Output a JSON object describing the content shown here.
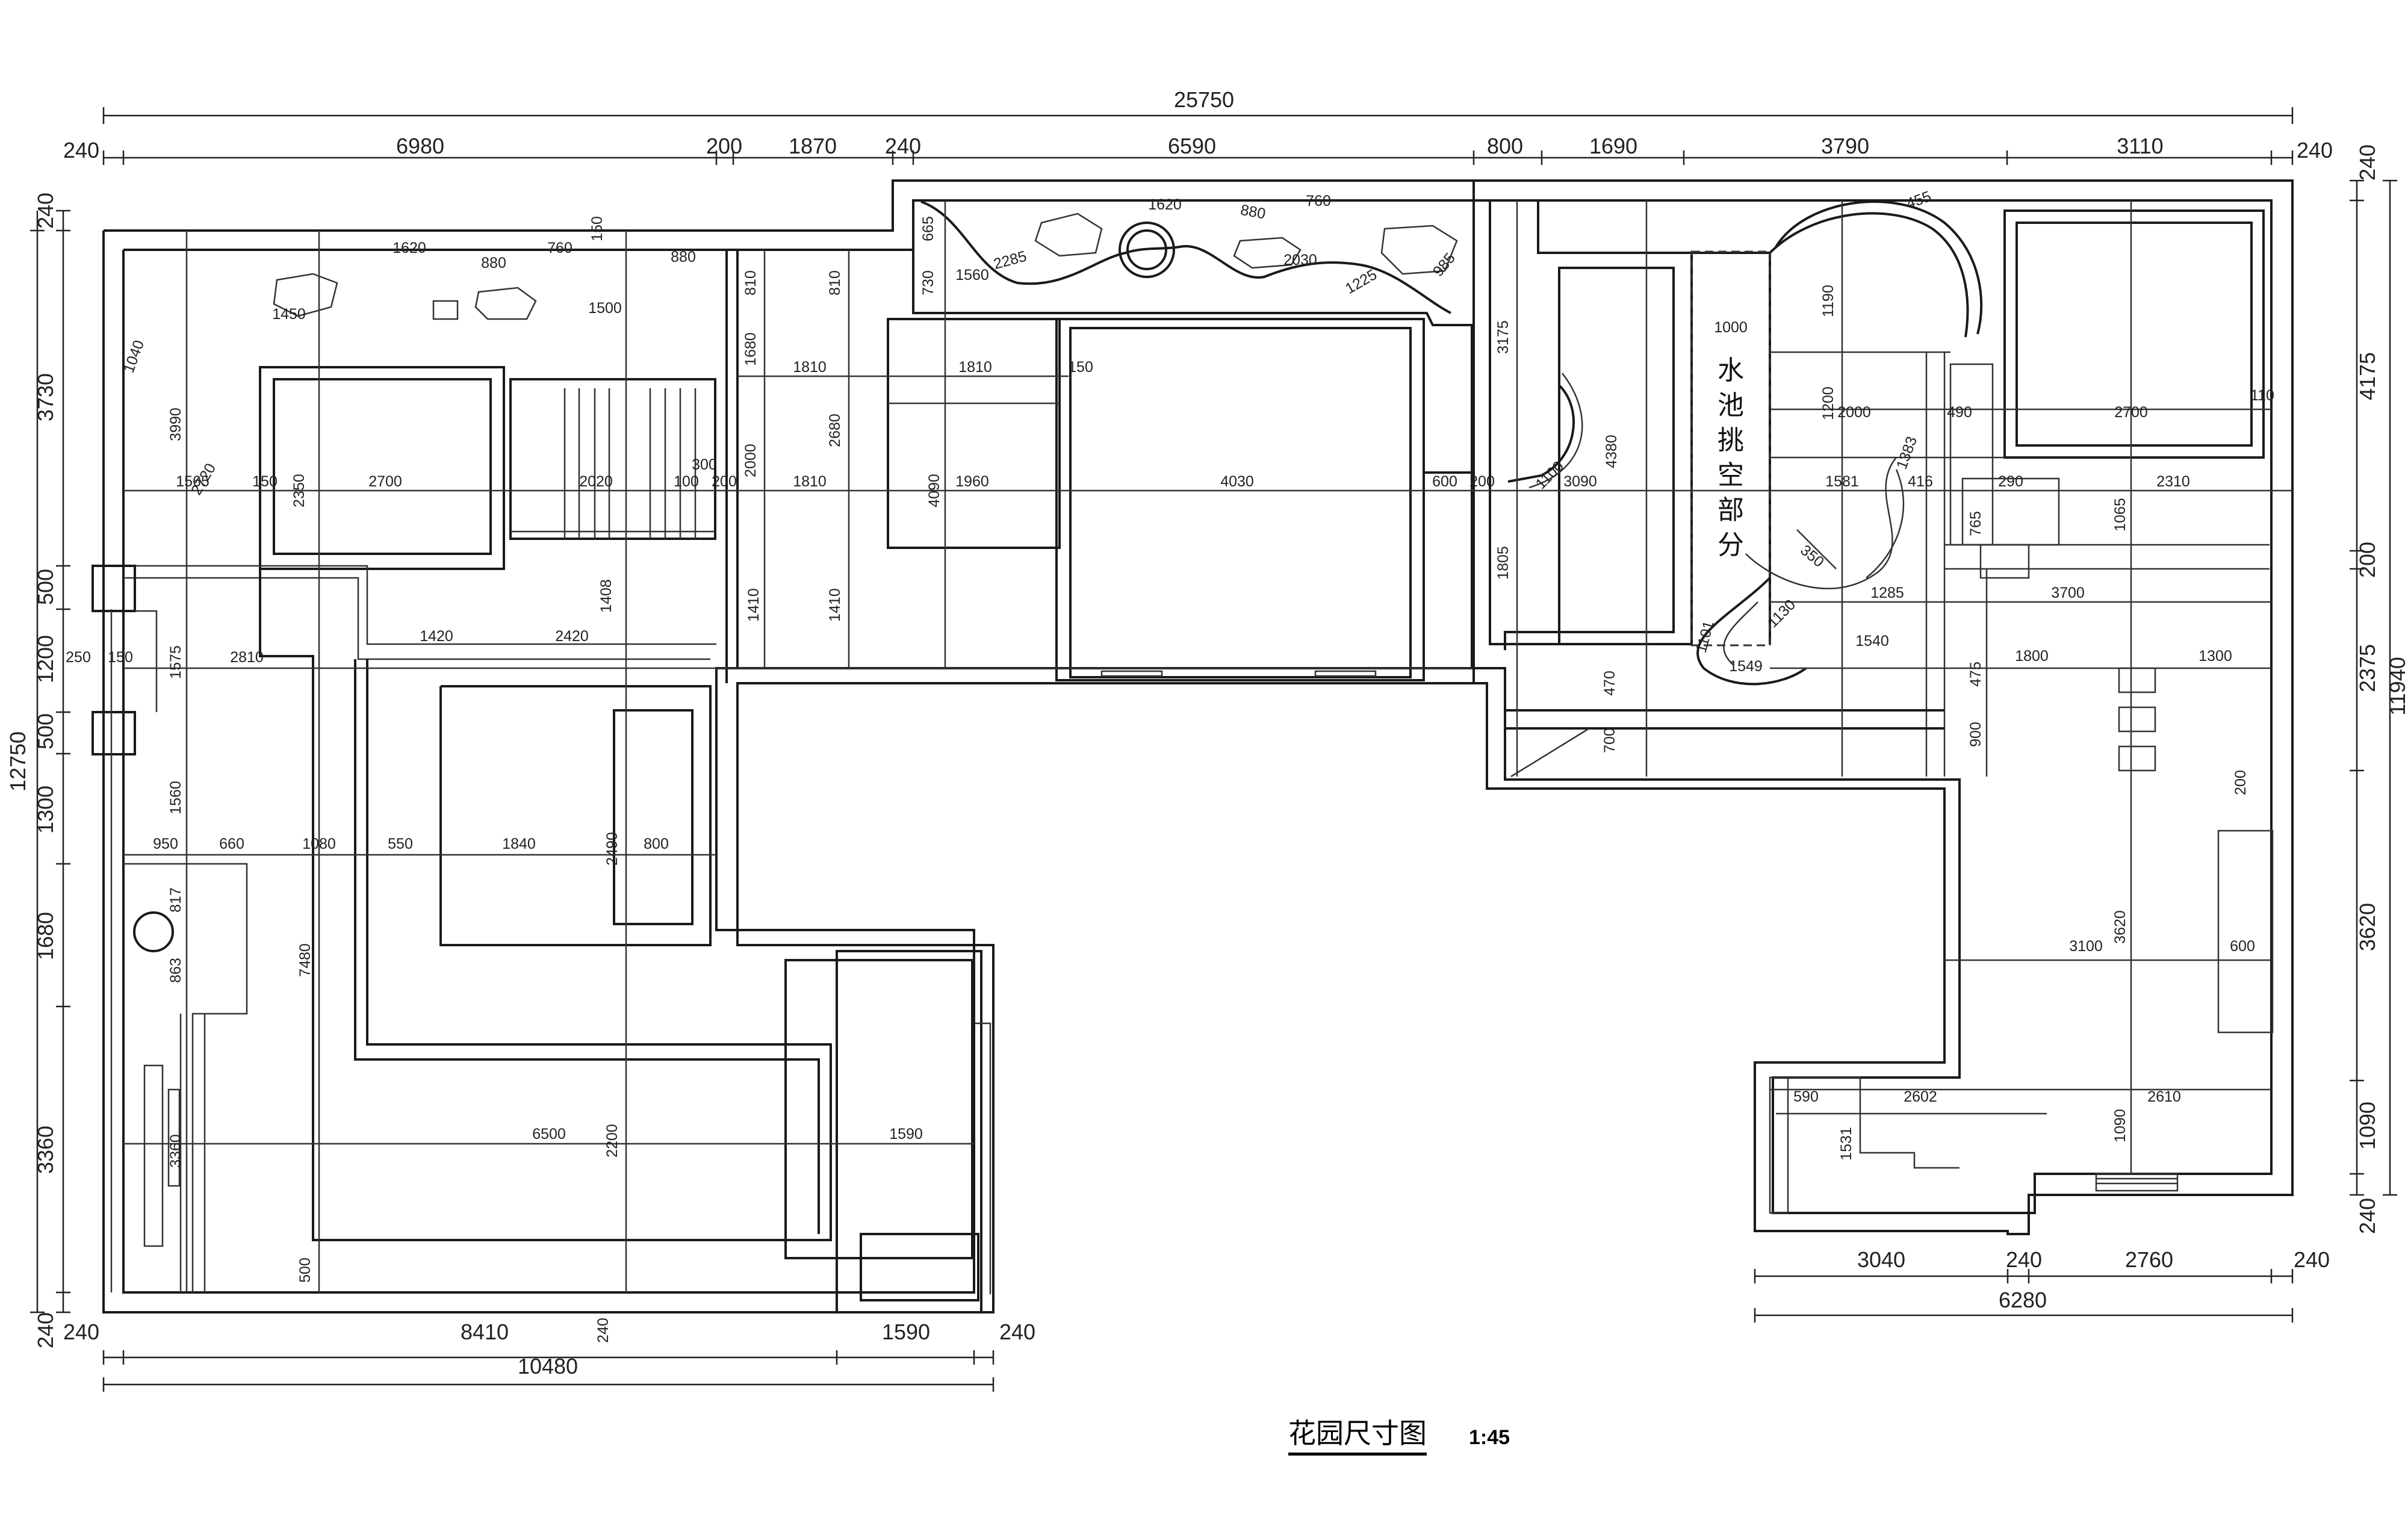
{
  "title": "花园尺寸图",
  "scale": "1:45",
  "pool_label": [
    "水",
    "池",
    "挑",
    "空",
    "部",
    "分"
  ],
  "dims_top": [
    "25750",
    "240",
    "6980",
    "200",
    "1870",
    "240",
    "6590",
    "800",
    "1690",
    "3790",
    "3110",
    "240"
  ],
  "dims_bottom": [
    "240",
    "8410",
    "240",
    "1590",
    "240",
    "10480",
    "3040",
    "240",
    "2760",
    "240",
    "6280"
  ],
  "dims_left": [
    "240",
    "3730",
    "500",
    "1200",
    "500",
    "12750",
    "1300",
    "1680",
    "3360",
    "240"
  ],
  "dims_right": [
    "240",
    "4175",
    "200",
    "2375",
    "11940",
    "3620",
    "1090",
    "240"
  ],
  "dims_inner": [
    "1620",
    "880",
    "760",
    "880",
    "1450",
    "3990",
    "1040",
    "1565",
    "2720",
    "150",
    "2350",
    "2700",
    "2020",
    "100",
    "200",
    "300",
    "810",
    "810",
    "1680",
    "1810",
    "1810",
    "150",
    "2680",
    "2000",
    "1810",
    "4090",
    "1960",
    "4030",
    "600",
    "200",
    "1408",
    "1410",
    "1410",
    "1420",
    "2420",
    "2810",
    "1575",
    "250",
    "150",
    "1560",
    "950",
    "660",
    "1080",
    "550",
    "1840",
    "2490",
    "800",
    "7480",
    "817",
    "863",
    "6500",
    "1590",
    "2200",
    "500",
    "3360",
    "3175",
    "4380",
    "3090",
    "1805",
    "1000",
    "1190",
    "1200",
    "2000",
    "490",
    "2700",
    "110",
    "1581",
    "416",
    "290",
    "2310",
    "1065",
    "765",
    "1285",
    "3700",
    "1540",
    "1800",
    "1300",
    "470",
    "700",
    "900",
    "475",
    "3100",
    "3620",
    "600",
    "590",
    "2602",
    "2610",
    "1531",
    "1090",
    "1130",
    "1549",
    "1101",
    "350",
    "1383",
    "1620",
    "880",
    "760",
    "665",
    "730",
    "1560",
    "2285",
    "1225",
    "985",
    "2030",
    "1500",
    "455",
    "1100",
    "150",
    "200"
  ]
}
